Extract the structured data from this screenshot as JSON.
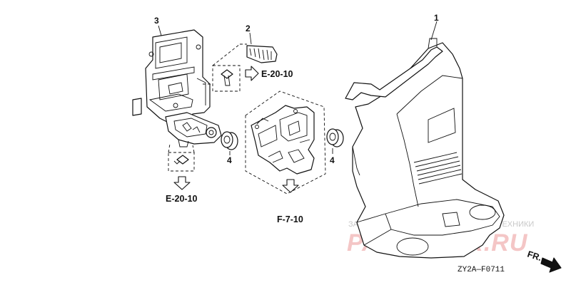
{
  "callouts": {
    "part1": "1",
    "part2": "2",
    "part3": "3",
    "part4a": "4",
    "part4b": "4"
  },
  "references": {
    "ref_upper": "E-20-10",
    "ref_lower": "E-20-10",
    "ref_center": "F-7-10"
  },
  "direction_label": "FR.",
  "diagram_code": "ZY2A—F0711",
  "watermark": {
    "line1": "ЗАПЧАСТИ И АКСЕССУАРЫ ДЛЯ МОТОТЕХНИКИ",
    "line2": "PARTSFOR.RU"
  }
}
